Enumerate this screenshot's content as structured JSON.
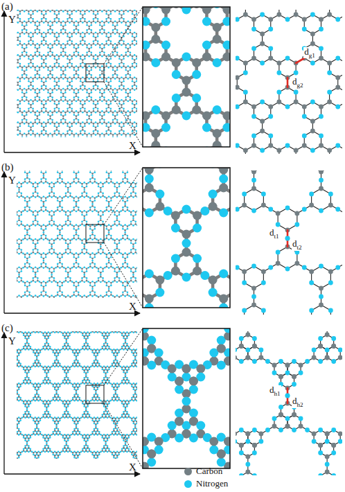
{
  "diagram": {
    "labels": [
      "(a)",
      "Y",
      "X",
      "dg1",
      "dg2",
      "(b)",
      "Y",
      "X",
      "dt1",
      "dt2",
      "(c)",
      "Y",
      "X",
      "dh1",
      "dh2"
    ],
    "legend": [
      {
        "text": "Carbon",
        "color": "#737f84"
      },
      {
        "text": "Nitrogen",
        "color": "#1ec8f0"
      }
    ]
  }
}
